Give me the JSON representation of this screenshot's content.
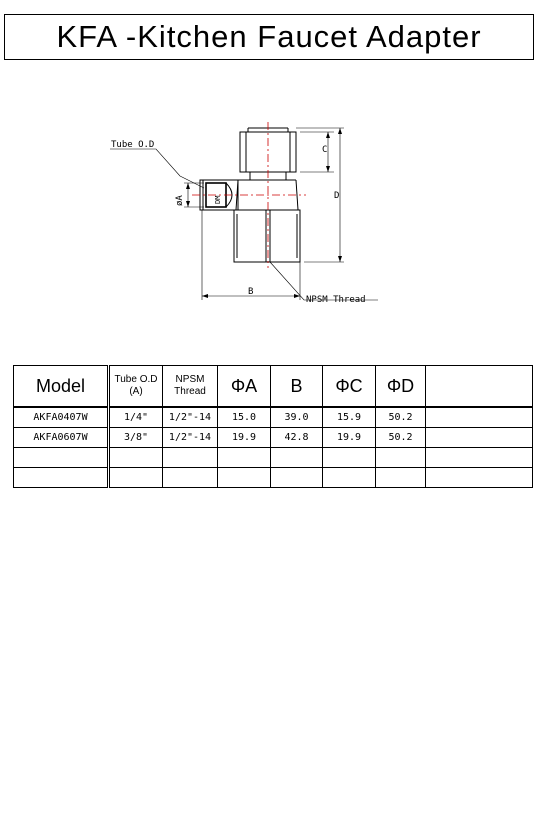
{
  "title": "KFA -Kitchen Faucet Adapter",
  "drawing": {
    "labels": {
      "tube_od": "Tube O.D",
      "phi_a": "øA",
      "dm": "DM",
      "b": "B",
      "c": "C",
      "d": "D",
      "npsm_thread": "NPSM Thread"
    }
  },
  "table": {
    "headers": {
      "model": "Model",
      "tube_od_line1": "Tube O.D",
      "tube_od_line2": "(A)",
      "npsm_line1": "NPSM",
      "npsm_line2": "Thread",
      "phi_a": "ΦA",
      "b": "B",
      "phi_c": "ΦC",
      "phi_d": "ΦD",
      "extra": ""
    },
    "rows": [
      {
        "model": "AKFA0407W",
        "tube_od": "1/4\"",
        "npsm": "1/2\"-14",
        "phi_a": "15.0",
        "b": "39.0",
        "phi_c": "15.9",
        "phi_d": "50.2",
        "extra": ""
      },
      {
        "model": "AKFA0607W",
        "tube_od": "3/8\"",
        "npsm": "1/2\"-14",
        "phi_a": "19.9",
        "b": "42.8",
        "phi_c": "19.9",
        "phi_d": "50.2",
        "extra": ""
      },
      {
        "model": "",
        "tube_od": "",
        "npsm": "",
        "phi_a": "",
        "b": "",
        "phi_c": "",
        "phi_d": "",
        "extra": ""
      },
      {
        "model": "",
        "tube_od": "",
        "npsm": "",
        "phi_a": "",
        "b": "",
        "phi_c": "",
        "phi_d": "",
        "extra": ""
      }
    ]
  }
}
